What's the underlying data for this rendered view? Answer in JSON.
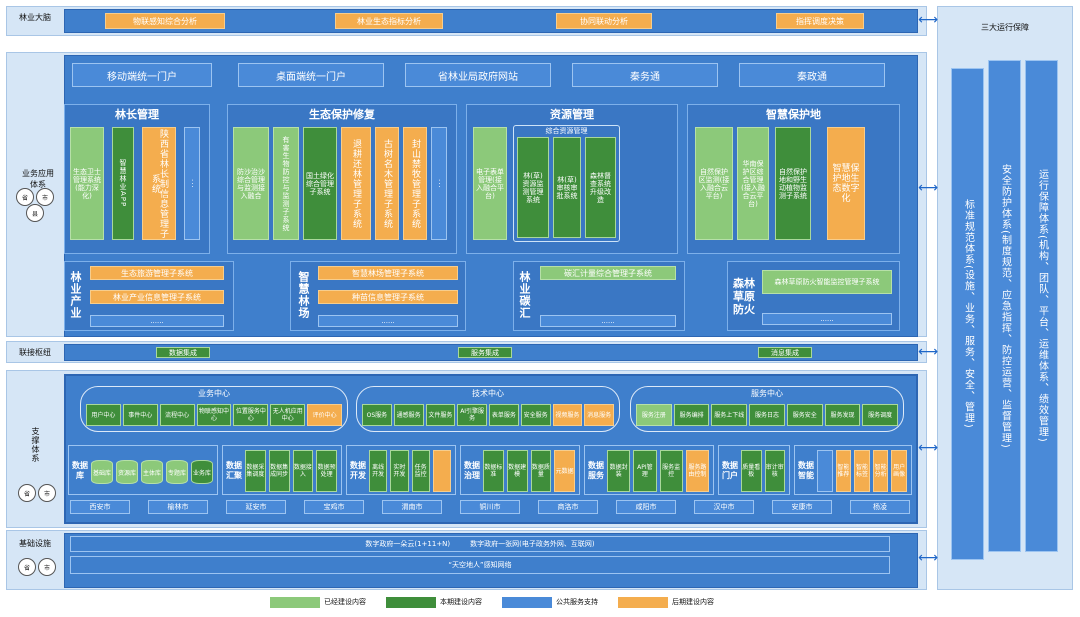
{
  "rows": {
    "top": "林业大脑",
    "app": "业务应用体系",
    "link": "联接枢纽",
    "support": "支撑体系",
    "infra": "基础设施"
  },
  "circles": {
    "app": [
      "省",
      "市",
      "县"
    ],
    "support": [
      "省",
      "市"
    ],
    "infra": [
      "省",
      "市"
    ]
  },
  "brain": [
    "物联感知综合分析",
    "林业生态指标分析",
    "协同联动分析",
    "指挥调度决策"
  ],
  "portals": [
    "移动端统一门户",
    "桌面端统一门户",
    "省林业局政府网站",
    "秦务通",
    "秦政通"
  ],
  "linzhang": {
    "title": "林长管理",
    "items": [
      "生态卫士管理系统(能力深化)",
      "智慧林业APP",
      "陕西省林长制信息管理子系统",
      "···"
    ]
  },
  "stxf": {
    "title": "生态保护修复",
    "items": [
      "防沙治沙综合管理与监测接入融合",
      "有害生物防控与监测子系统",
      "国土绿化综合管理子系统",
      "退耕还林管理子系统",
      "古树名木管理子系统",
      "封山禁牧管理子系统",
      "···"
    ]
  },
  "zygl": {
    "title": "资源管理",
    "items": [
      "电子表单管理(接入融合平台)",
      "林(草)资源监测管理系统",
      "林(草)审核审批系统",
      "森林督查系统升级改造"
    ],
    "zh": "综合资源管理"
  },
  "zhbh": {
    "title": "智慧保护地",
    "items": [
      "自然保护区监测(接入融合云平台)",
      "华南保护区综合管理(接入融合云平台)",
      "自然保护地和野生动植物监测子系统",
      "智慧保护地生态数字化"
    ]
  },
  "lycy": {
    "title": "林业产业",
    "items": [
      "生态旅游管理子系统",
      "林业产业信息管理子系统",
      "......"
    ]
  },
  "zhlc": {
    "title": "智慧林场",
    "items": [
      "智慧林场管理子系统",
      "种苗信息管理子系统",
      "......"
    ]
  },
  "lyth": {
    "title": "林业碳汇",
    "items": [
      "碳汇计量综合管理子系统",
      "......"
    ]
  },
  "slfh": {
    "title": "森林草原防火",
    "items": [
      "森林草原防火智能监控管理子系统",
      "......"
    ]
  },
  "linkitems": [
    "数据集成",
    "服务集成",
    "消息集成"
  ],
  "ywzx": {
    "title": "业务中心",
    "items": [
      "用户中心",
      "事件中心",
      "流程中心",
      "物联感知中心",
      "位置服务中心",
      "无人机应用中心",
      "评价中心"
    ]
  },
  "jszx": {
    "title": "技术中心",
    "items": [
      "OS服务",
      "通感服务",
      "文件服务",
      "AI引擎服务",
      "表单服务",
      "安全服务",
      "视频服务",
      "消息服务"
    ]
  },
  "fwzx": {
    "title": "服务中心",
    "items": [
      "服务注册",
      "服务编排",
      "服务上下线",
      "服务日志",
      "服务安全",
      "服务发现",
      "服务调度"
    ]
  },
  "sjk": {
    "title": "数据库",
    "items": [
      "基础库",
      "资源库",
      "主体库",
      "专题库",
      "业务库"
    ]
  },
  "sjhj": {
    "title": "数据汇聚",
    "items": [
      "数据采集调度",
      "数据集成同步",
      "数据接入",
      "数据预处理"
    ]
  },
  "sjkf": {
    "title": "数据开发",
    "items": [
      "离线开发",
      "实时开发",
      "任务监控",
      ""
    ]
  },
  "sjzl": {
    "title": "数据治理",
    "items": [
      "数据标准",
      "数据建模",
      "数据质量",
      "元数据"
    ]
  },
  "sjfw": {
    "title": "数据服务",
    "items": [
      "数据封装",
      "API管理",
      "服务监控",
      "服务路由控制"
    ]
  },
  "sjmh": {
    "title": "数据门户",
    "items": [
      "质量看板",
      "审计审核"
    ]
  },
  "sjzn": {
    "title": "数据智能",
    "items": [
      "",
      "智能推荐",
      "智能标签",
      "智能分析",
      "用户画像"
    ]
  },
  "cities": [
    "西安市",
    "榆林市",
    "延安市",
    "宝鸡市",
    "渭南市",
    "铜川市",
    "商洛市",
    "咸阳市",
    "汉中市",
    "安康市",
    "杨凌"
  ],
  "infra": [
    "数字政府一朵云(1+11+N)",
    "数字政府一张网(电子政务外网、互联网)",
    "“天空地人”感知网络"
  ],
  "right": {
    "title": "三大运行保障",
    "cols": [
      "标准规范体系(设施、业务、服务、安全、管理)",
      "安全防护体系(制度规范、应急指挥、防控运营、监督管理)",
      "运行保障体系(机构、团队、平台、运维体系、绩效管理)"
    ]
  },
  "legend": [
    {
      "label": "已经建设内容",
      "color": "#8cc97a"
    },
    {
      "label": "本期建设内容",
      "color": "#3f8e3b"
    },
    {
      "label": "公共服务支持",
      "color": "#4a8ad8"
    },
    {
      "label": "后期建设内容",
      "color": "#f4ad4e"
    }
  ]
}
